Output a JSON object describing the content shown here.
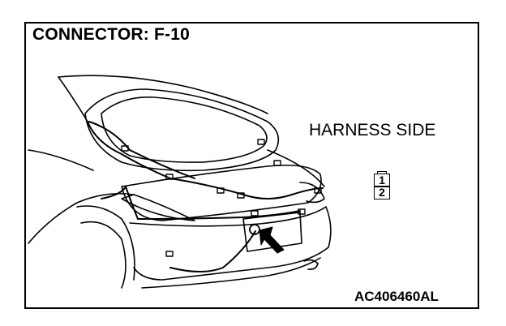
{
  "title": "CONNECTOR: F-10",
  "side_label": "HARNESS SIDE",
  "connector_pins": [
    "1",
    "2"
  ],
  "figure_code": "AC406460AL"
}
